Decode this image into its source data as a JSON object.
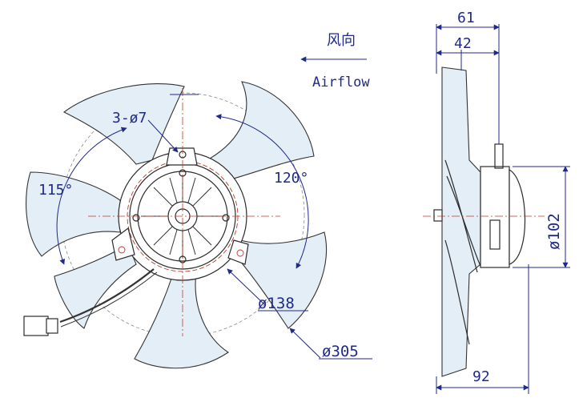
{
  "airflow": {
    "label_cn": "风向",
    "label_en": "Airflow"
  },
  "front_view": {
    "holes_label": "3-ø7",
    "angle_left": "115°",
    "angle_right": "120°",
    "dia_mount": "ø138",
    "dia_fan": "ø305"
  },
  "side_view": {
    "dim_total_top": "61",
    "dim_inner_top": "42",
    "dim_motor": "ø102",
    "dim_depth": "92"
  },
  "colors": {
    "dimension": "#1f2a8a",
    "centerline": "#c0392b",
    "blade": "#e4eef7"
  }
}
